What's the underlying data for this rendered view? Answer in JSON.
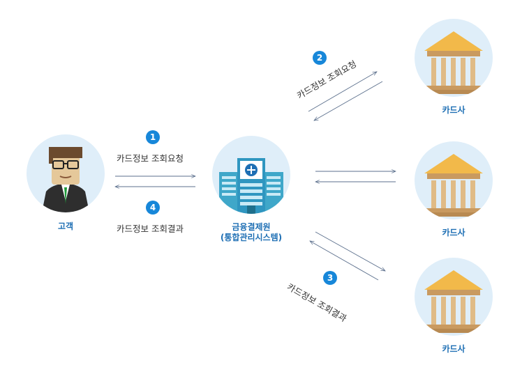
{
  "nodes": {
    "customer": "고객",
    "center_line1": "금융결제원",
    "center_line2": "(통합관리시스템)",
    "card1": "카드사",
    "card2": "카드사",
    "card3": "카드사"
  },
  "steps": {
    "s1": {
      "num": "1",
      "label": "카드정보 조회요청"
    },
    "s2": {
      "num": "2",
      "label": "카드정보 조회요청"
    },
    "s3": {
      "num": "3",
      "label": "카드정보 조회결과"
    },
    "s4": {
      "num": "4",
      "label": "카드정보 조회결과"
    }
  },
  "colors": {
    "accent": "#1787d9",
    "circle": "#dfeef9",
    "arrow": "#5b6f8c",
    "label": "#1e6fb4"
  },
  "icons": {
    "customer": "man-with-glasses-icon",
    "center": "office-building-icon",
    "card": "bank-building-icon"
  }
}
